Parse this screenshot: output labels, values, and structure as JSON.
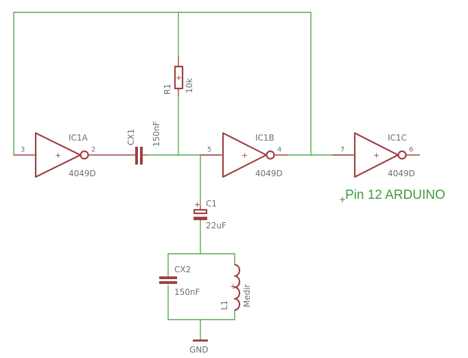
{
  "components": {
    "ic1a": {
      "name": "IC1A",
      "value": "4049D",
      "pin_in": "3",
      "pin_out": "2"
    },
    "ic1b": {
      "name": "IC1B",
      "value": "4049D",
      "pin_in": "5",
      "pin_out": "4"
    },
    "ic1c": {
      "name": "IC1C",
      "value": "4049D",
      "pin_in": "7",
      "pin_out": "6"
    },
    "cx1": {
      "name": "CX1",
      "value": "150nF"
    },
    "r1": {
      "name": "R1",
      "value": "10k"
    },
    "c1": {
      "name": "C1",
      "value": "22uF"
    },
    "cx2": {
      "name": "CX2",
      "value": "150nF"
    },
    "l1": {
      "name": "L1",
      "value": "Medir"
    },
    "gnd": {
      "name": "GND"
    }
  },
  "annotation": "Pin 12  ARDUINO",
  "colors": {
    "wire": "#54a94a",
    "symbol": "#9e4042",
    "text": "#6e6e6e",
    "note": "#3f9a3f"
  }
}
